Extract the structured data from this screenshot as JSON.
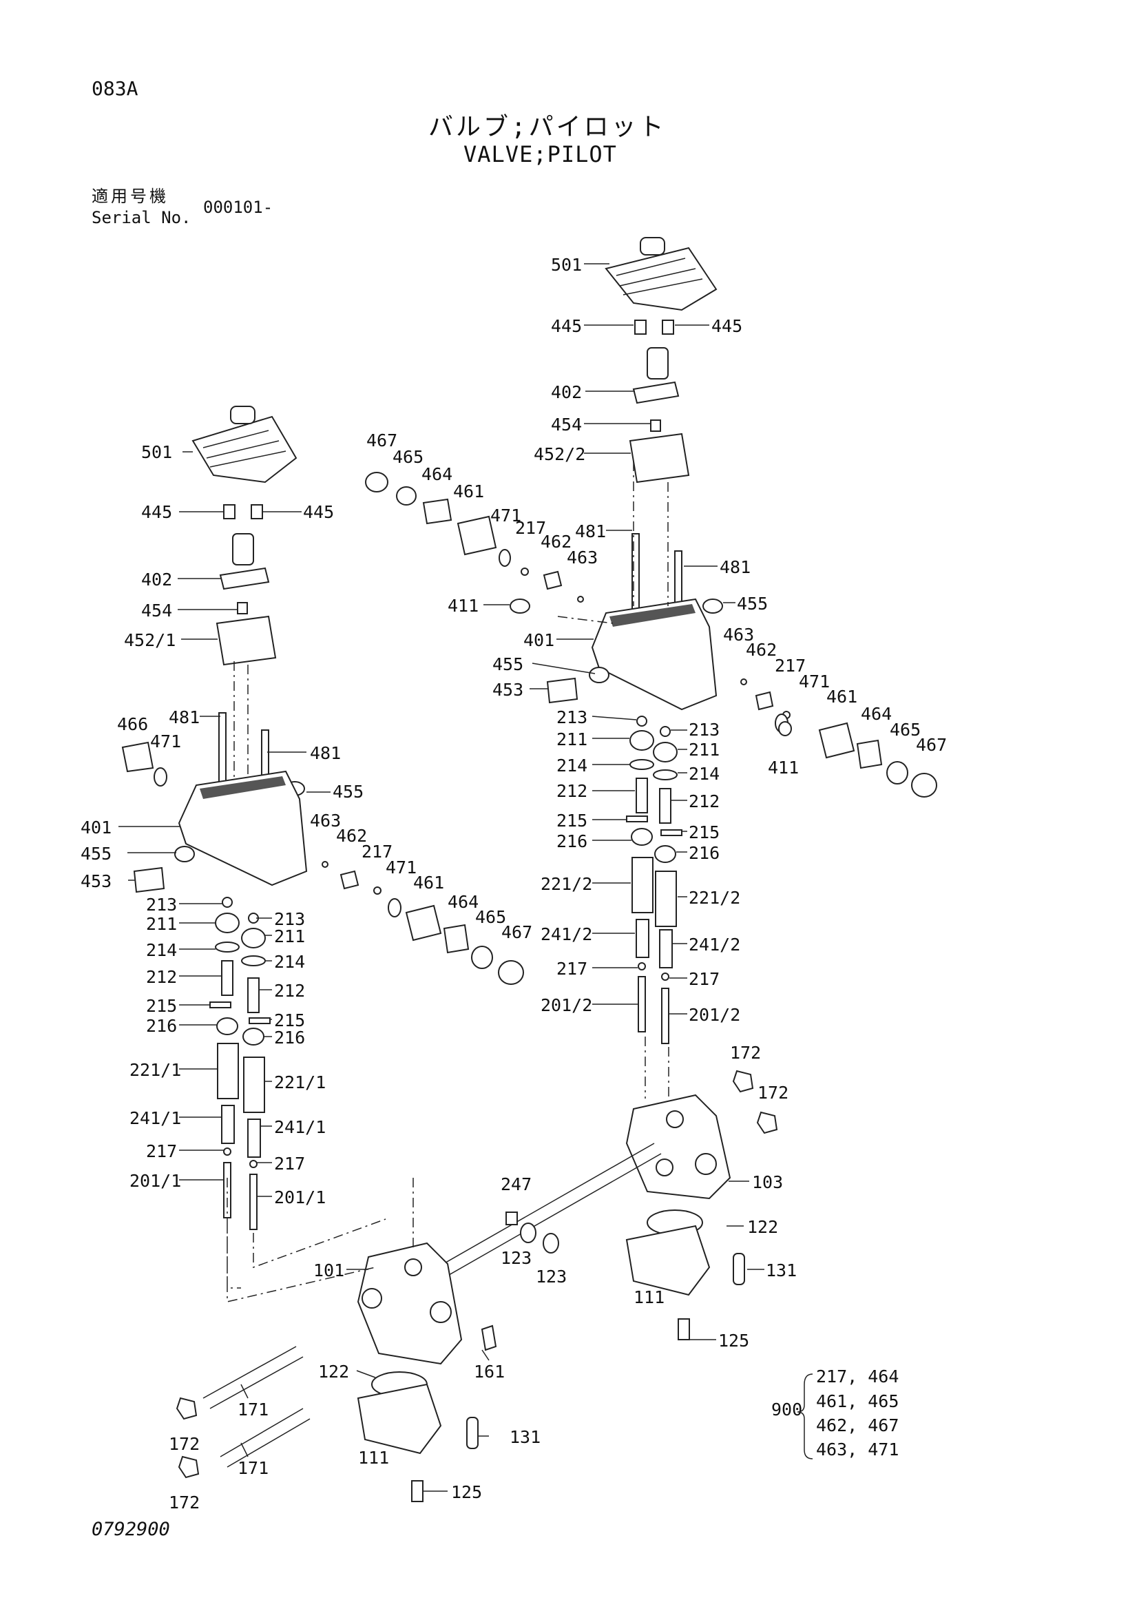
{
  "header": {
    "page_code": "083A",
    "title_ja": "バルブ;パイロット",
    "title_en": "VALVE;PILOT",
    "serial_label_ja": "適用号機",
    "serial_label_en": "Serial No.",
    "serial_value": "000101-"
  },
  "footer": {
    "drawing_number": "0792900"
  },
  "callouts": {
    "c501r": "501",
    "c445rl": "445",
    "c445rr": "445",
    "c402r": "402",
    "c454r": "454",
    "c452_2": "452/2",
    "c467t": "467",
    "c465t": "465",
    "c464t": "464",
    "c461t": "461",
    "c471t": "471",
    "c217t": "217",
    "c462t": "462",
    "c463t": "463",
    "c481rl": "481",
    "c481rr": "481",
    "c411rt": "411",
    "c455rr": "455",
    "c401r": "401",
    "c455rl": "455",
    "c453r": "453",
    "c463r2": "463",
    "c462r2": "462",
    "c217r2": "217",
    "c471r2": "471",
    "c461r2": "461",
    "c464r2": "464",
    "c465r2": "465",
    "c467r2": "467",
    "c411rb": "411",
    "c213rl": "213",
    "c213rr": "213",
    "c211rl": "211",
    "c211rr": "211",
    "c214rl": "214",
    "c214rr": "214",
    "c212rl": "212",
    "c212rr": "212",
    "c215rl": "215",
    "c215rr": "215",
    "c216rl": "216",
    "c216rr": "216",
    "c221_2l": "221/2",
    "c221_2r": "221/2",
    "c241_2l": "241/2",
    "c241_2r": "241/2",
    "c217rl": "217",
    "c217rr": "217",
    "c201_2l": "201/2",
    "c201_2r": "201/2",
    "c172a": "172",
    "c172b": "172",
    "c103": "103",
    "c122r": "122",
    "c131r": "131",
    "c111r": "111",
    "c125r": "125",
    "c247": "247",
    "c123a": "123",
    "c123b": "123",
    "c501l": "501",
    "c445ll": "445",
    "c445lr": "445",
    "c402l": "402",
    "c454l": "454",
    "c452_1": "452/1",
    "c466": "466",
    "c471l": "471",
    "c481ll": "481",
    "c481lr": "481",
    "c455lr": "455",
    "c401l": "401",
    "c455ll": "455",
    "c453l": "453",
    "c463l": "463",
    "c462l": "462",
    "c217l": "217",
    "c471l2": "471",
    "c461l": "461",
    "c464l": "464",
    "c465l": "465",
    "c467l": "467",
    "c213ll": "213",
    "c213lr": "213",
    "c211ll": "211",
    "c211lr": "211",
    "c214ll": "214",
    "c214lr": "214",
    "c212ll": "212",
    "c212lr": "212",
    "c215ll": "215",
    "c215lr": "215",
    "c216ll": "216",
    "c216lr": "216",
    "c221_1l": "221/1",
    "c221_1r": "221/1",
    "c241_1l": "241/1",
    "c241_1r": "241/1",
    "c217ll": "217",
    "c217lr": "217",
    "c201_1l": "201/1",
    "c201_1r": "201/1",
    "c101": "101",
    "c161": "161",
    "c122l": "122",
    "c131l": "131",
    "c111l": "111",
    "c125l": "125",
    "c171a": "171",
    "c171b": "171",
    "c172c": "172",
    "c172d": "172"
  },
  "kit": {
    "number": "900",
    "rows": [
      "217, 464",
      "461, 465",
      "462, 467",
      "463, 471"
    ]
  }
}
